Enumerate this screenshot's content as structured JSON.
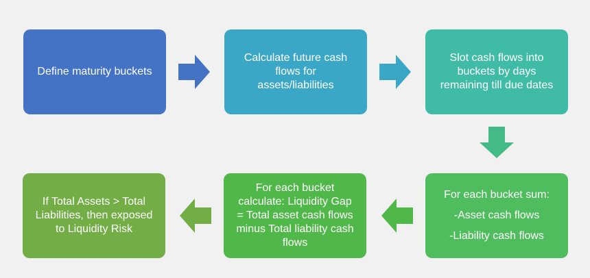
{
  "steps": [
    {
      "lines": [
        "Define maturity buckets"
      ],
      "color": "#4472c4"
    },
    {
      "lines": [
        "Calculate future cash",
        "flows for",
        "assets/liabilities"
      ],
      "color": "#3ba7c6"
    },
    {
      "lines": [
        "Slot cash flows into",
        "buckets by days",
        "remaining till due dates"
      ],
      "color": "#3fbba6"
    },
    {
      "lines": [
        "For each bucket sum:",
        "-Asset cash flows",
        "-Liability cash flows"
      ],
      "color": "#4fbd5e"
    },
    {
      "lines": [
        "For each bucket",
        "calculate: Liquidity Gap",
        "= Total asset cash flows",
        "minus Total liability cash",
        "flows"
      ],
      "color": "#50b848"
    },
    {
      "lines": [
        "If Total Assets > Total",
        "Liabilities, then exposed",
        "to Liquidity Risk"
      ],
      "color": "#72ad46"
    }
  ],
  "arrows": [
    {
      "direction": "right",
      "icon": "arrow-right-icon",
      "color": "#4472c4"
    },
    {
      "direction": "right",
      "icon": "arrow-right-icon",
      "color": "#3ba7c6"
    },
    {
      "direction": "down",
      "icon": "arrow-down-icon",
      "color": "#44bb86"
    },
    {
      "direction": "left",
      "icon": "arrow-left-icon",
      "color": "#50b848"
    },
    {
      "direction": "left",
      "icon": "arrow-left-icon",
      "color": "#72ad46"
    }
  ]
}
